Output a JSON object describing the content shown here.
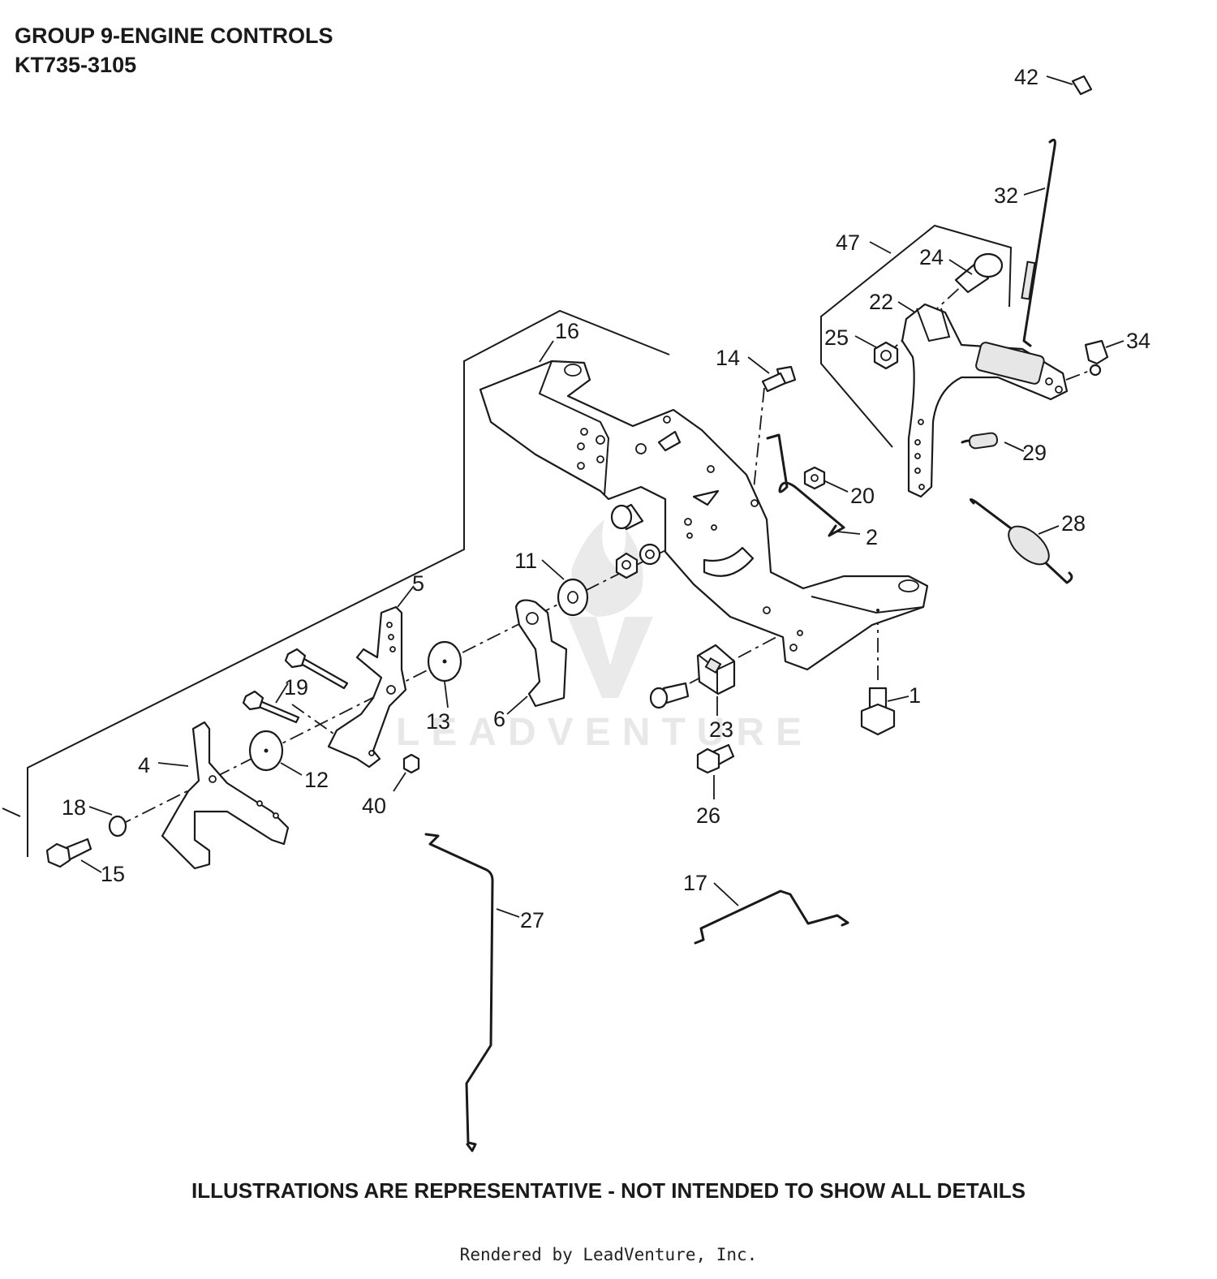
{
  "header": {
    "group_title": "GROUP 9-ENGINE CONTROLS",
    "model": "KT735-3105"
  },
  "watermark": "LEADVENTURE",
  "callouts": [
    "1",
    "2",
    "4",
    "5",
    "6",
    "11",
    "12",
    "13",
    "14",
    "15",
    "16",
    "17",
    "18",
    "19",
    "20",
    "22",
    "23",
    "24",
    "25",
    "26",
    "27",
    "28",
    "29",
    "32",
    "34",
    "40",
    "42",
    "47"
  ],
  "footer": {
    "disclaimer": "ILLUSTRATIONS ARE REPRESENTATIVE - NOT INTENDED TO SHOW ALL DETAILS",
    "rendered_by": "Rendered by LeadVenture, Inc."
  }
}
